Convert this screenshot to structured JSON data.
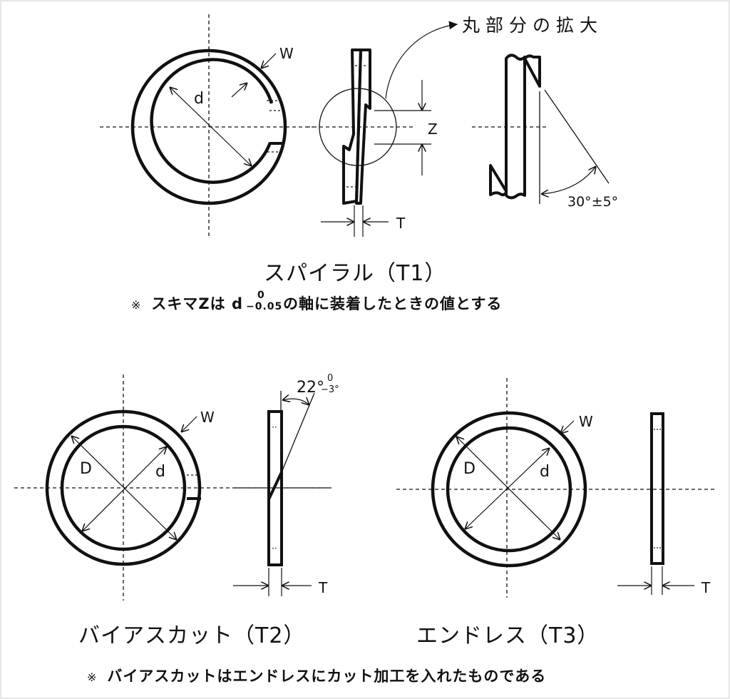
{
  "figure": {
    "title": "Seal ring cut types diagram",
    "colors": {
      "line": "#111111",
      "background": "#ffffff",
      "border": "#e6e6e6"
    }
  },
  "spiral": {
    "caption": "スパイラル（T1）",
    "label_w": "W",
    "label_d": "d",
    "label_z": "Z",
    "label_t": "T",
    "enlarge_label": "丸部分の拡大",
    "angle_label": "30°±5°",
    "note_mark": "※",
    "note_prefix": "スキマZは d",
    "tol_upper": "0",
    "tol_lower": "−0.05",
    "note_suffix": "の軸に装着したときの値とする"
  },
  "bias_cut": {
    "caption": "バイアスカット（T2）",
    "label_w": "W",
    "label_D": "D",
    "label_d": "d",
    "label_t": "T",
    "angle_main": "22°",
    "angle_upper": "0",
    "angle_lower": "−3°"
  },
  "endless": {
    "caption": "エンドレス（T3）",
    "label_w": "W",
    "label_D": "D",
    "label_d": "d",
    "label_t": "T"
  },
  "footer_note": {
    "mark": "※",
    "text": "バイアスカットはエンドレスにカット加工を入れたものである"
  }
}
